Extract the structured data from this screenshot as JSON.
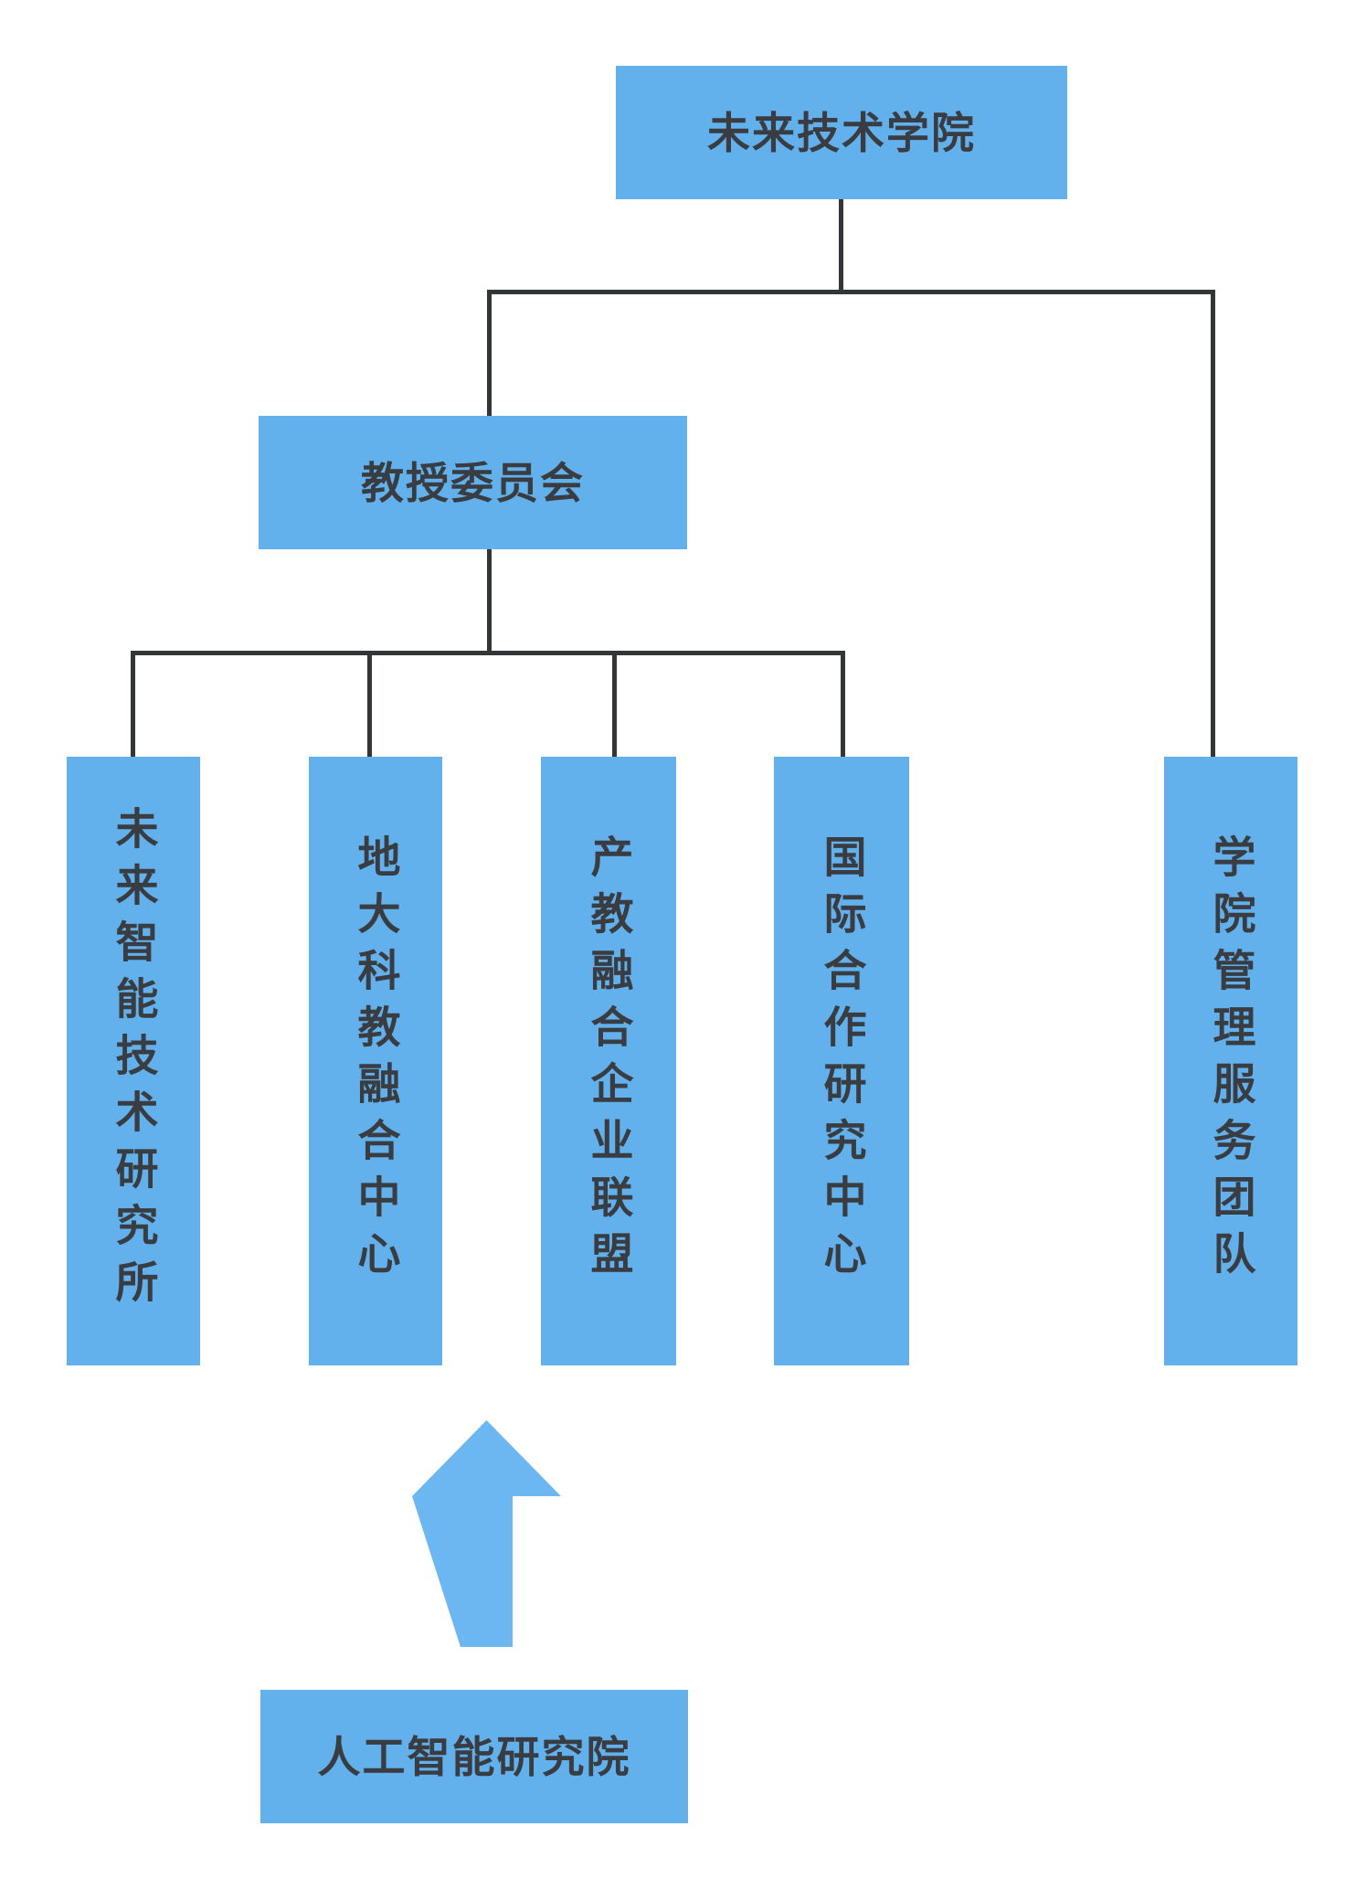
{
  "diagram": {
    "type": "org-chart",
    "background": "#ffffff",
    "colors": {
      "node_fill": "#63B1EC",
      "arrow_fill": "#6CB6F1",
      "connector": "#333639",
      "text": "#393C40"
    },
    "nodes": {
      "root": {
        "label": "未来技术学院"
      },
      "committee": {
        "label": "教授委员会"
      },
      "dept1": {
        "label": "未来智能技术研究所"
      },
      "dept2": {
        "label": "地大科教融合中心"
      },
      "dept3": {
        "label": "产教融合企业联盟"
      },
      "dept4": {
        "label": "国际合作研究中心"
      },
      "dept5": {
        "label": "学院管理服务团队"
      },
      "institute": {
        "label": "人工智能研究院"
      }
    },
    "edges": [
      {
        "from": "root",
        "to": "committee"
      },
      {
        "from": "root",
        "to": "dept5"
      },
      {
        "from": "committee",
        "to": "dept1"
      },
      {
        "from": "committee",
        "to": "dept2"
      },
      {
        "from": "committee",
        "to": "dept3"
      },
      {
        "from": "committee",
        "to": "dept4"
      },
      {
        "from": "institute",
        "to": "tree",
        "style": "thick-blue-up-arrow"
      }
    ]
  }
}
